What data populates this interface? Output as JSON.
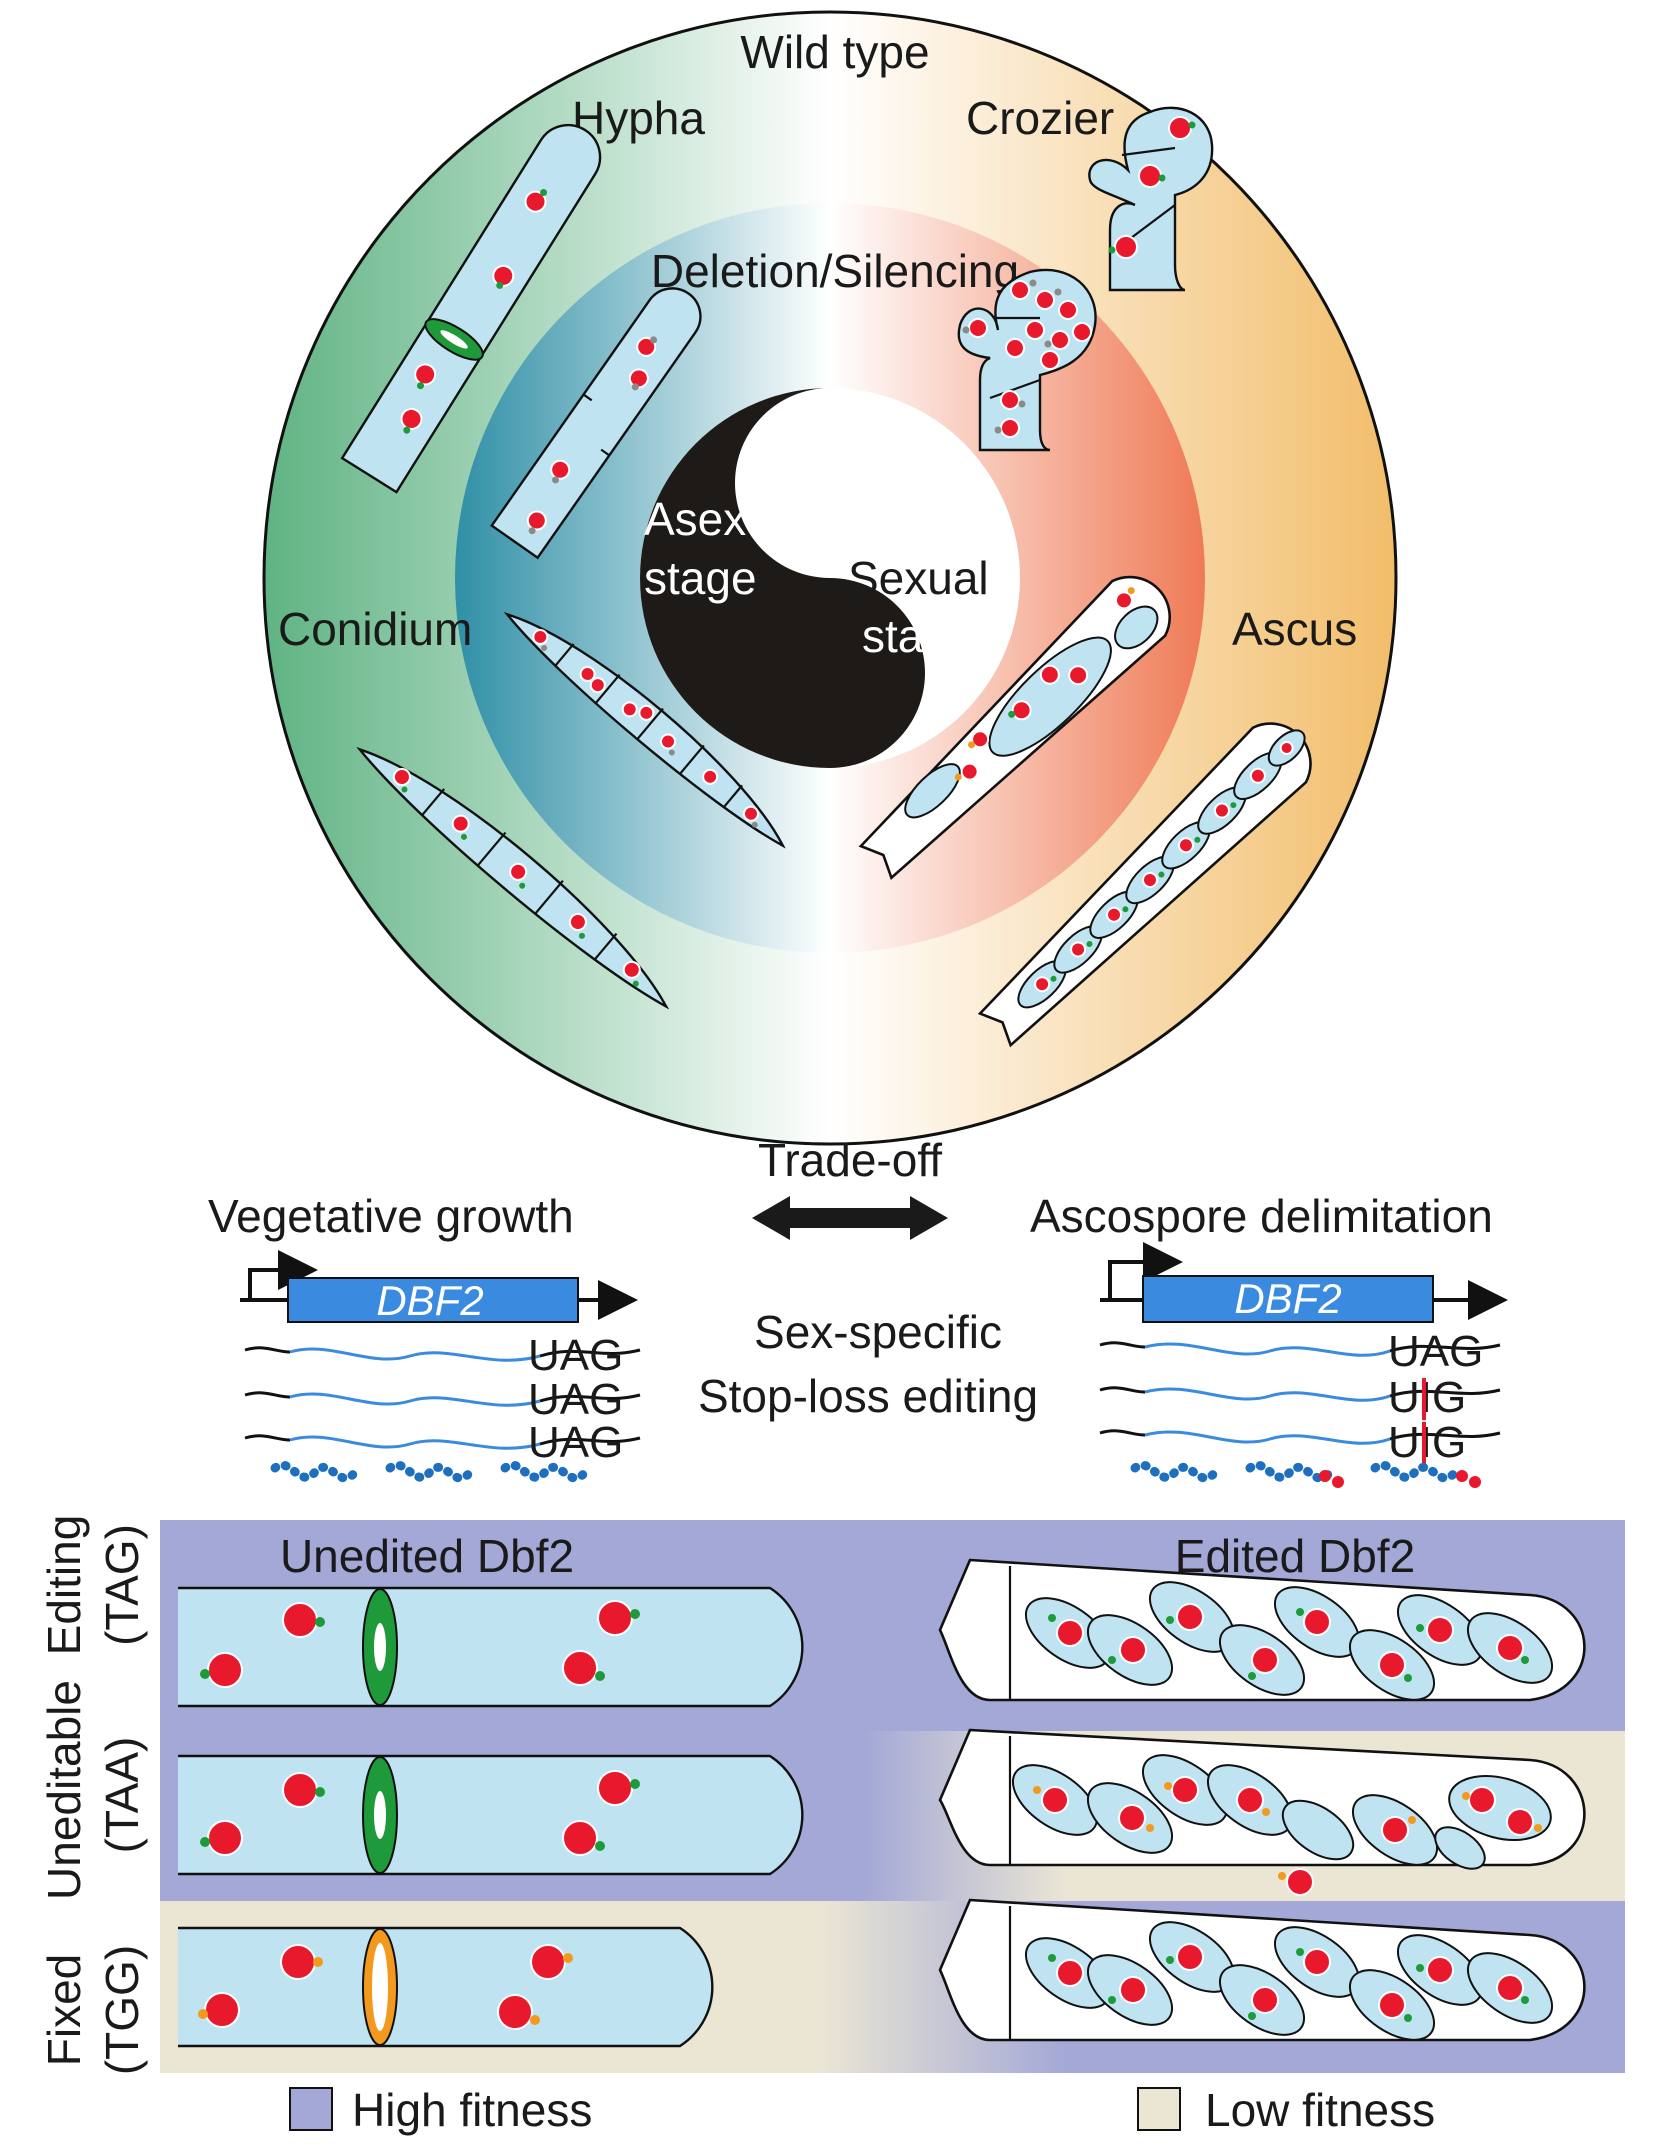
{
  "circle": {
    "outer_label": "Wild type",
    "inner_label": "Deletion/Silencing",
    "stages": {
      "hypha": "Hypha",
      "crozier": "Crozier",
      "conidium": "Conidium",
      "ascus": "Ascus"
    },
    "yin_yang": {
      "asexual_line1": "Asexual",
      "asexual_line2": "stage",
      "sexual_line1": "Sexual",
      "sexual_line2": "stage"
    }
  },
  "tradeoff": {
    "label": "Trade-off",
    "left": "Vegetative growth",
    "right": "Ascospore delimitation"
  },
  "editing": {
    "center_line1": "Sex-specific",
    "center_line2": "Stop-loss editing",
    "gene_left": "DBF2",
    "gene_right": "DBF2",
    "left_codons": [
      "UAG",
      "UAG",
      "UAG"
    ],
    "right_codons": [
      "UAG",
      "UIG",
      "UIG"
    ]
  },
  "panel": {
    "left_header": "Unedited Dbf2",
    "right_header": "Edited Dbf2",
    "rows": [
      {
        "line1": "Editing",
        "line2": "(TAG)"
      },
      {
        "line1": "Uneditable",
        "line2": "(TAA)"
      },
      {
        "line1": "Fixed",
        "line2": "(TGG)"
      }
    ]
  },
  "legend": {
    "high": "High fitness",
    "low": "Low fitness"
  },
  "colors": {
    "high_fitness": "#a3a8d6",
    "low_fitness": "#ebe6d4",
    "outer_left": "#5fb383",
    "outer_right": "#f2bd6a",
    "inner_left": "#2f8fa6",
    "inner_right": "#ef7a55",
    "gene_box": "#3a8be0",
    "nucleus": "#e8192c"
  }
}
